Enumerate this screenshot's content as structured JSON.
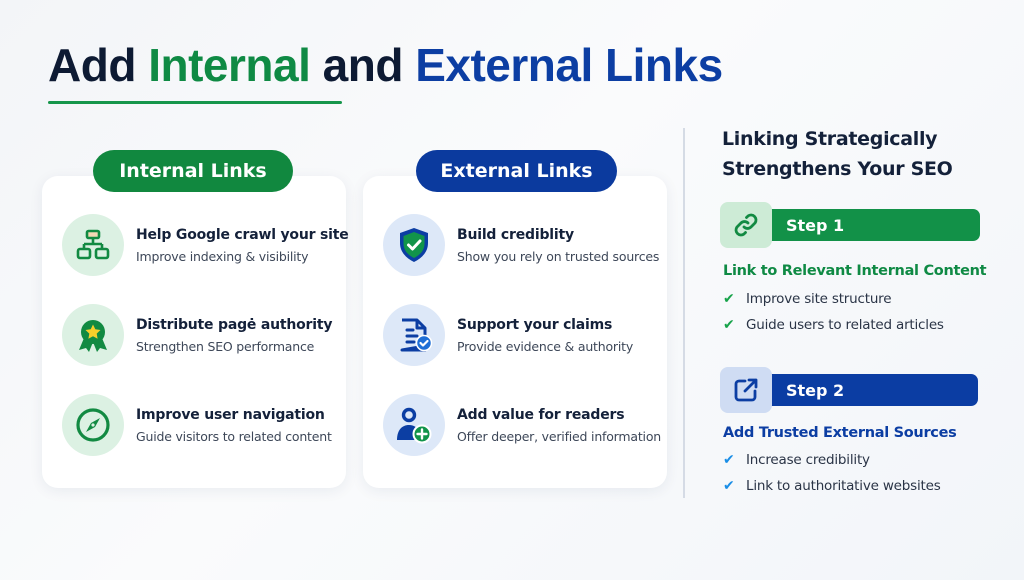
{
  "header": {
    "title_part1": "Add",
    "title_part2": "Internal",
    "title_part3": "and",
    "title_part4": "External Links"
  },
  "internal": {
    "label": "Internal Links",
    "items": [
      {
        "icon": "sitemap-icon",
        "title": "Help Google crawl your site",
        "subtitle": "Improve indexing & visibility"
      },
      {
        "icon": "award-badge-icon",
        "title": "Distribute pagė authority",
        "subtitle": "Strengthen SEO performance"
      },
      {
        "icon": "compass-icon",
        "title": "Improve user navigation",
        "subtitle": "Guide visitors to related content"
      }
    ]
  },
  "external": {
    "label": "External Links",
    "items": [
      {
        "icon": "shield-check-icon",
        "title": "Build crediblity",
        "subtitle": "Show you rely on trusted sources"
      },
      {
        "icon": "document-check-icon",
        "title": "Support your claims",
        "subtitle": "Provide evidence & authority"
      },
      {
        "icon": "user-add-icon",
        "title": "Add value for readers",
        "subtitle": "Offer deeper, verified information"
      }
    ]
  },
  "sidebar": {
    "title_line1": "Linking Strategically",
    "title_line2": "Strengthens Your SEO",
    "steps": [
      {
        "icon": "link-icon",
        "label": "Step 1",
        "heading": "Link to Relevant Internal Content",
        "bullets": [
          "Improve site structure",
          "Guide users to related articles"
        ]
      },
      {
        "icon": "external-link-icon",
        "label": "Step 2",
        "heading": "Add Trusted External Sources",
        "bullets": [
          "Increase credibility",
          "Link to authoritative websites"
        ]
      }
    ],
    "check_glyph": "✔"
  },
  "colors": {
    "green": "#11883f",
    "blue": "#0b3a9e",
    "dark": "#0d1a33"
  }
}
